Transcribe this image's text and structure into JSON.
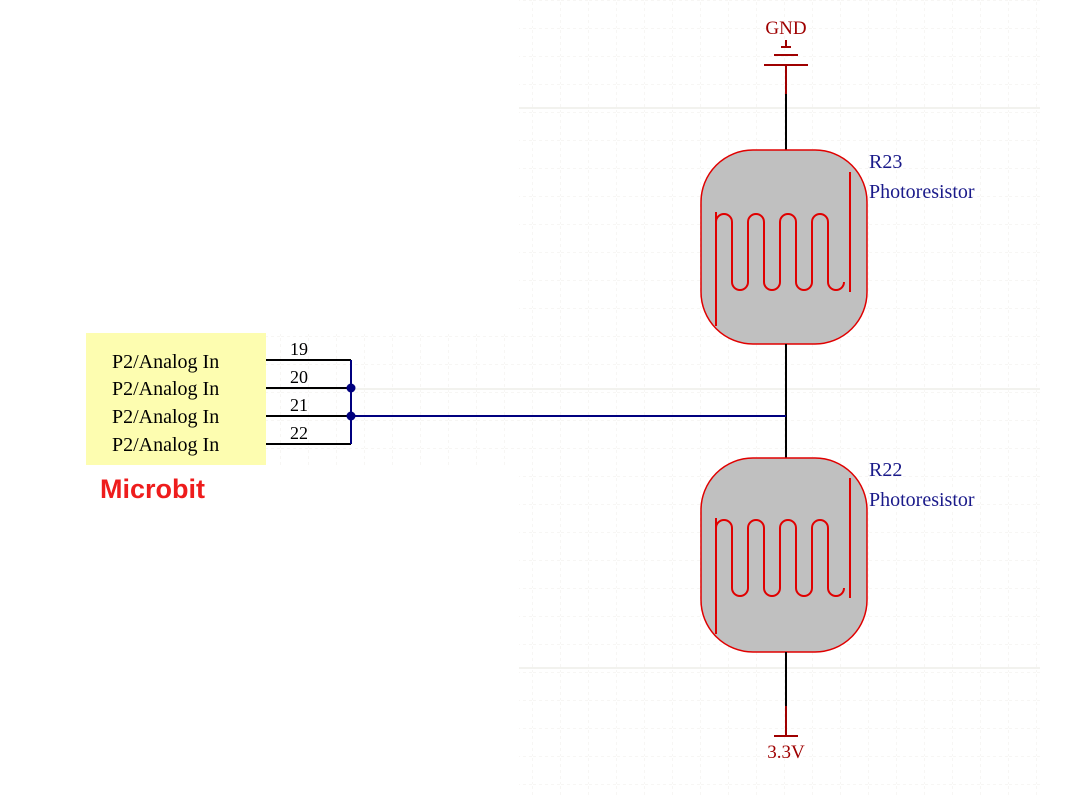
{
  "colors": {
    "wire": "#00007f",
    "power": "#9f0000",
    "body_fill": "#c0c0c0",
    "body_stroke": "#e00000",
    "header_fill": "#fdfdb0",
    "label_red": "#ee1c1c",
    "designator": "#1a1a8a",
    "pin_line": "#000000"
  },
  "power_ports": {
    "top": "GND",
    "bottom": "3.3V"
  },
  "resistors": [
    {
      "designator": "R23",
      "type": "Photoresistor"
    },
    {
      "designator": "R22",
      "type": "Photoresistor"
    }
  ],
  "header": {
    "module_label": "Microbit",
    "pins": [
      {
        "number": "19",
        "name": "P2/Analog In"
      },
      {
        "number": "20",
        "name": "P2/Analog In"
      },
      {
        "number": "21",
        "name": "P2/Analog In"
      },
      {
        "number": "22",
        "name": "P2/Analog In"
      }
    ]
  }
}
